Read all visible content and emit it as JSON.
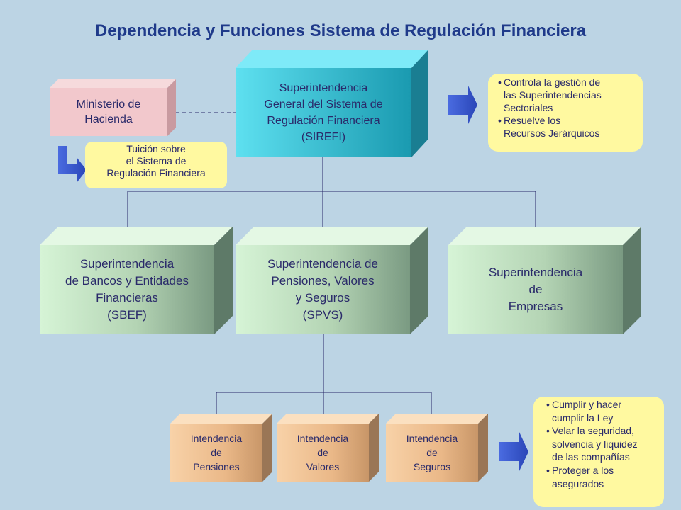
{
  "title": "Dependencia y Funciones Sistema de Regulación Financiera",
  "nodes": {
    "sirefi": "Superintendencia\nGeneral  del Sistema de\n Regulación Financiera\n(SIREFI)",
    "ministerio": "Ministerio de\nHacienda",
    "sbef": "Superintendencia\nde Bancos y Entidades\nFinancieras\n(SBEF)",
    "spvs": "Superintendencia de\nPensiones, Valores\ny Seguros\n(SPVS)",
    "empresas": "Superintendencia\nde\nEmpresas",
    "pensiones": "Intendencia\nde\nPensiones",
    "valores": "Intendencia\nde\nValores",
    "seguros": "Intendencia\nde\nSeguros"
  },
  "tuicion": "Tuición sobre\nel Sistema de\nRegulación Financiera",
  "sirefi_functions": [
    "Controla la gestión de\n las Superintendencias\n Sectoriales",
    "Resuelve los\n Recursos Jerárquicos"
  ],
  "spvs_functions": [
    "Cumplir y hacer\n cumplir la Ley",
    "Velar la seguridad,\n solvencia y liquidez\n de las compañías",
    "Proteger a los\n asegurados"
  ],
  "colors": {
    "background": "#bcd4e4",
    "title": "#1f3a8a",
    "sirefi": "#36c4e0",
    "ministerio": "#f2c8cc",
    "super_boxes": "#cdeccd",
    "intendencias": "#f5c898",
    "notes": "#fff9a0",
    "arrows": "#3a5bd0"
  }
}
